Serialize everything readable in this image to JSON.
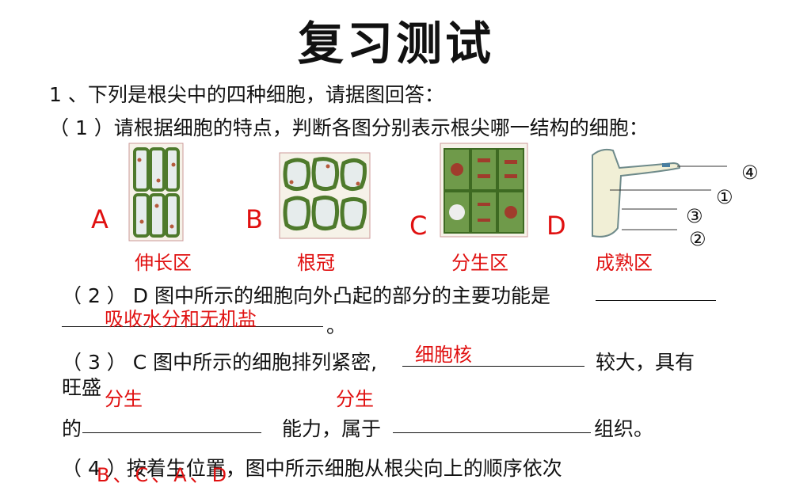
{
  "title": "复习测试",
  "q1": {
    "stem": "1 、下列是根尖中的四种细胞，请据图回答：",
    "sub1": "（ 1 ）请根据细胞的特点，判断各图分别表示根尖哪一结构的细胞：",
    "letters": [
      "A",
      "B",
      "C",
      "D"
    ],
    "answers": [
      "伸长区",
      "根冠",
      "分生区",
      "成熟区"
    ],
    "markers": [
      "④",
      "①",
      "③",
      "②"
    ]
  },
  "q2": {
    "text": "（ 2 ） D 图中所示的细胞向外凸起的部分的主要功能是",
    "answer": "吸收水分和无机盐",
    "end": "。"
  },
  "q3": {
    "text1": "（ 3 ） C 图中所示的细胞排列紧密,",
    "answer1": "细胞核",
    "text2": "较大，具有",
    "text3": "旺盛",
    "line2_prefix": "的",
    "answer2": "分生",
    "text4": "能力，属于",
    "answer3": "分生",
    "text5": "组织。"
  },
  "q4": {
    "text": "（ 4 ）按着生位置，图中所示细胞从根尖向上的顺序依次",
    "answer": "B、C、A、D"
  },
  "colors": {
    "answer": "#e01010",
    "cell_wall": "#4e7a2c",
    "cell_fill": "#e6ecec",
    "nucleus": "#b55a3c"
  }
}
